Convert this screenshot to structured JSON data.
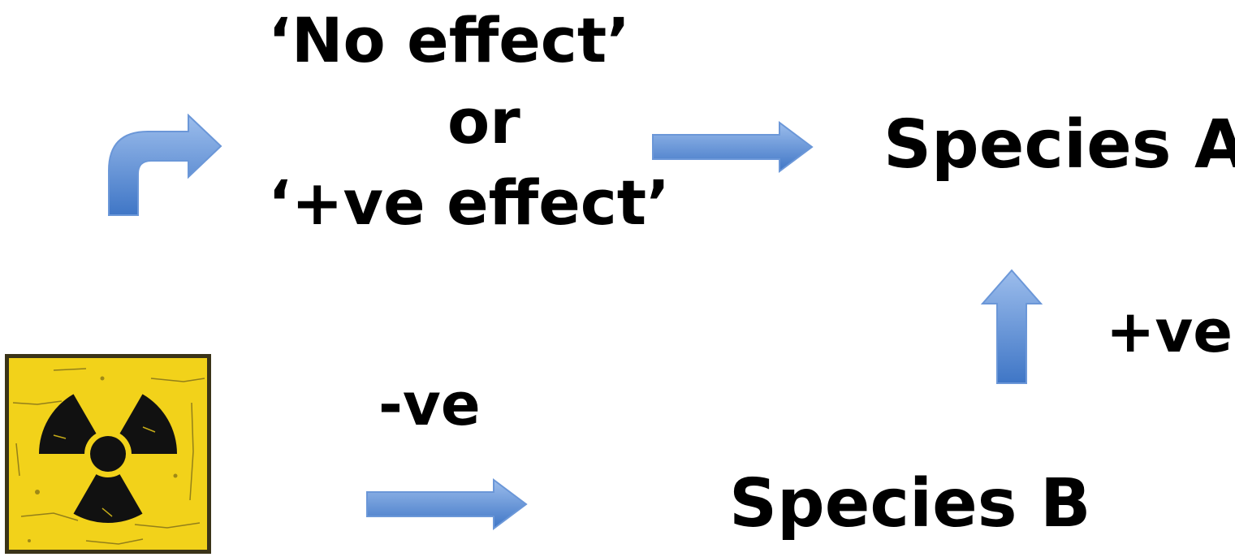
{
  "effect_label": {
    "line1": "‘No effect’",
    "line2": "or",
    "line3": "‘+ve effect’"
  },
  "species_a": "Species A",
  "species_b": "Species B",
  "positive_label": "+ve",
  "negative_label": "-ve",
  "icons": {
    "hazard": "radiation-warning-sign-icon",
    "arrows": [
      "bent-arrow-icon",
      "right-arrow-icon",
      "right-arrow-icon",
      "up-arrow-icon"
    ]
  },
  "colors": {
    "arrow_fill_top": "#8fb4e8",
    "arrow_fill_bottom": "#4a7fcc",
    "arrow_stroke": "#5b8dd6",
    "hazard_yellow": "#f2d21a",
    "hazard_black": "#111111",
    "text": "#000000"
  }
}
